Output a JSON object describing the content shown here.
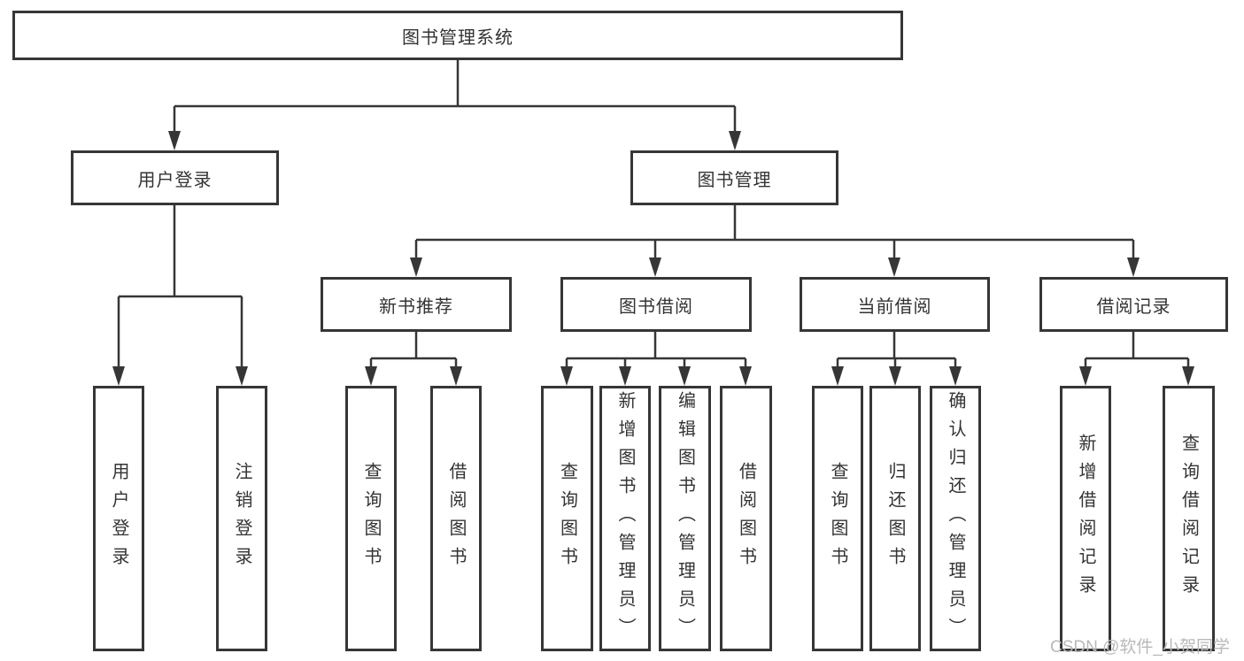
{
  "diagram": {
    "root": {
      "label": "图书管理系统"
    },
    "branches": [
      {
        "label": "用户登录",
        "leaves": [
          {
            "label": "用户登录"
          },
          {
            "label": "注销登录"
          }
        ]
      },
      {
        "label": "图书管理",
        "groups": [
          {
            "label": "新书推荐",
            "leaves": [
              {
                "label": "查询图书"
              },
              {
                "label": "借阅图书"
              }
            ]
          },
          {
            "label": "图书借阅",
            "leaves": [
              {
                "label": "查询图书"
              },
              {
                "label": "新增图书（管理员）"
              },
              {
                "label": "编辑图书（管理员）"
              },
              {
                "label": "借阅图书"
              }
            ]
          },
          {
            "label": "当前借阅",
            "leaves": [
              {
                "label": "查询图书"
              },
              {
                "label": "归还图书"
              },
              {
                "label": "确认归还（管理员）"
              }
            ]
          },
          {
            "label": "借阅记录",
            "leaves": [
              {
                "label": "新增借阅记录"
              },
              {
                "label": "查询借阅记录"
              }
            ]
          }
        ]
      }
    ]
  },
  "watermark": {
    "text": "CSDN @软件_小贺同学"
  },
  "colors": {
    "line": "#363636",
    "border": "#363636",
    "text": "#333333",
    "watermark": "#b9b9b9",
    "background": "#ffffff"
  }
}
